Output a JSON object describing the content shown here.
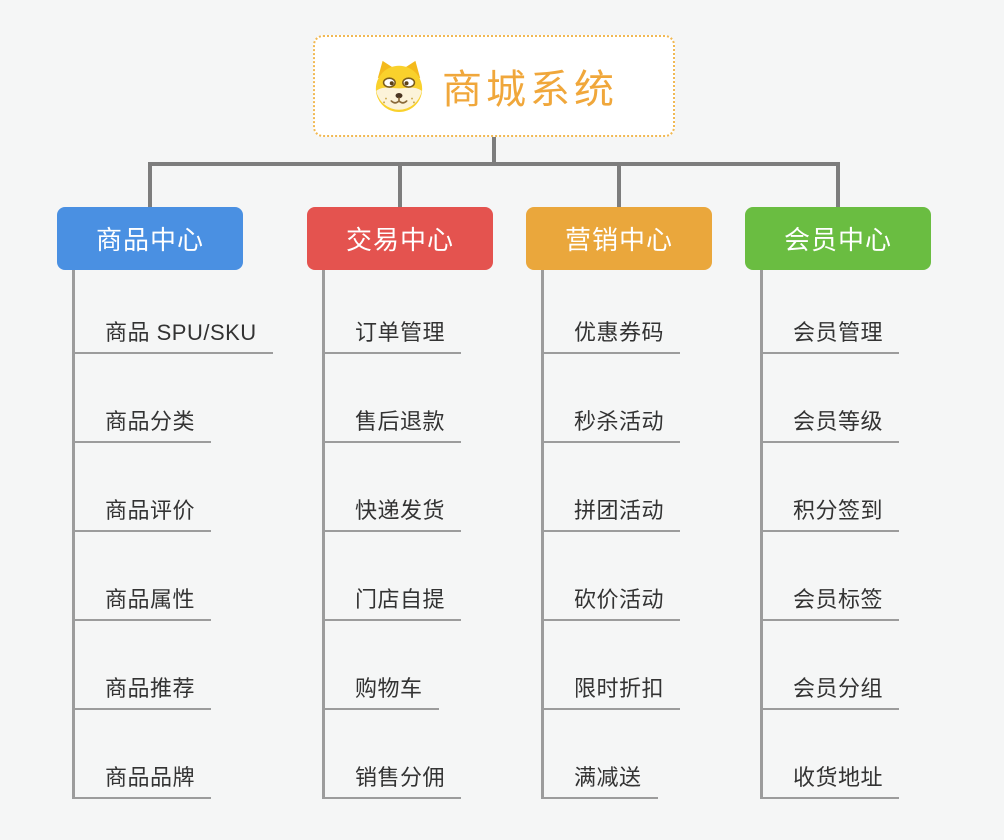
{
  "root": {
    "title": "商城系统",
    "icon": "doge-icon"
  },
  "colors": {
    "background": "#f5f6f6",
    "root_text": "#f0a73b",
    "root_border": "#f1b953",
    "connector": "#7d7d7d",
    "child_line": "#9c9c9c",
    "child_text": "#333333",
    "branch_text": "#ffffff"
  },
  "branches": [
    {
      "label": "商品中心",
      "color": "#4a90e2",
      "children": [
        "商品 SPU/SKU",
        "商品分类",
        "商品评价",
        "商品属性",
        "商品推荐",
        "商品品牌"
      ]
    },
    {
      "label": "交易中心",
      "color": "#e4534f",
      "children": [
        "订单管理",
        "售后退款",
        "快递发货",
        "门店自提",
        "购物车",
        "销售分佣"
      ]
    },
    {
      "label": "营销中心",
      "color": "#eaa73c",
      "children": [
        "优惠券码",
        "秒杀活动",
        "拼团活动",
        "砍价活动",
        "限时折扣",
        "满减送"
      ]
    },
    {
      "label": "会员中心",
      "color": "#6abd41",
      "children": [
        "会员管理",
        "会员等级",
        "积分签到",
        "会员标签",
        "会员分组",
        "收货地址"
      ]
    }
  ]
}
